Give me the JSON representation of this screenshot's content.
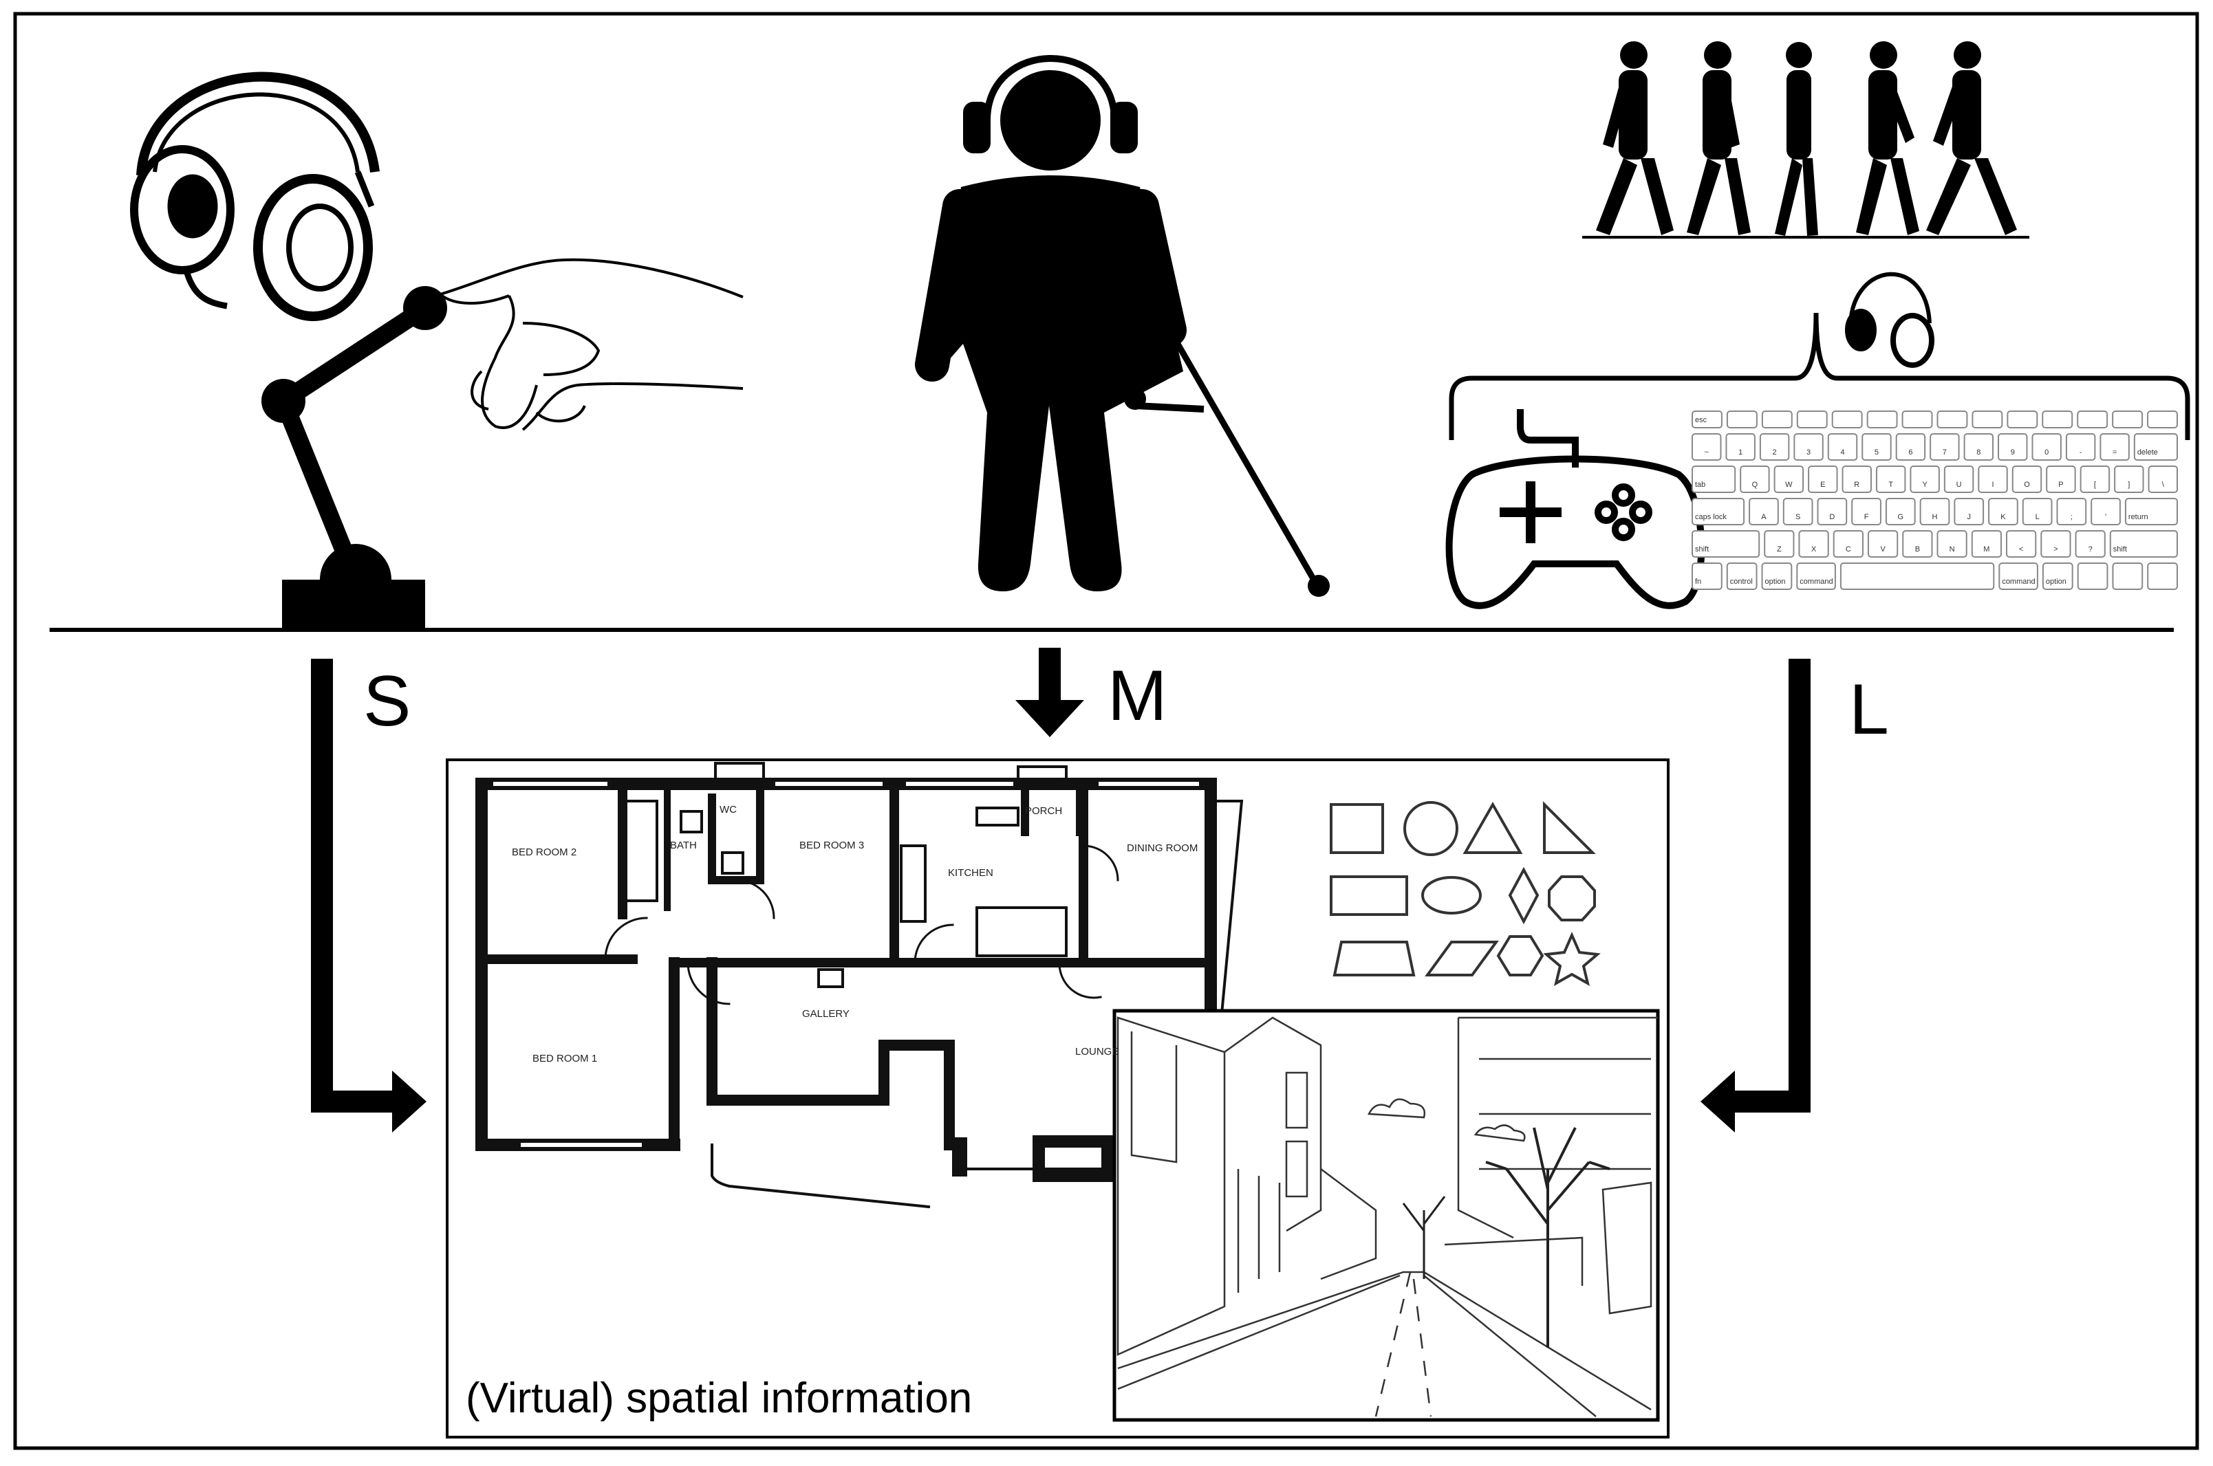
{
  "labels": {
    "small_scale": "S",
    "medium_scale": "M",
    "large_scale": "L",
    "caption": "(Virtual) spatial information"
  },
  "floor_plan": {
    "rooms": [
      "BED ROOM 2",
      "BATH",
      "WC",
      "BED ROOM 3",
      "PORCH",
      "KITCHEN",
      "DINING ROOM",
      "GALLERY",
      "BED ROOM 1",
      "LOUNGE"
    ]
  },
  "keyboard": {
    "row0": [
      "esc",
      "",
      "",
      "",
      "",
      "",
      "",
      "",
      "",
      "",
      "",
      "",
      "",
      ""
    ],
    "row1": [
      "~",
      "1",
      "2",
      "3",
      "4",
      "5",
      "6",
      "7",
      "8",
      "9",
      "0",
      "-",
      "=",
      "delete"
    ],
    "row2": [
      "tab",
      "Q",
      "W",
      "E",
      "R",
      "T",
      "Y",
      "U",
      "I",
      "O",
      "P",
      "[",
      "]",
      "\\"
    ],
    "row3": [
      "caps lock",
      "A",
      "S",
      "D",
      "F",
      "G",
      "H",
      "J",
      "K",
      "L",
      ";",
      "'",
      "return"
    ],
    "row4": [
      "shift",
      "Z",
      "X",
      "C",
      "V",
      "B",
      "N",
      "M",
      "<",
      ">",
      "?",
      "shift"
    ],
    "row5": [
      "fn",
      "control",
      "option",
      "command",
      "",
      "command",
      "option",
      "",
      "",
      ""
    ]
  },
  "colors": {
    "ink": "#000000",
    "plan_wall": "#111111",
    "paper": "#ffffff"
  },
  "icons": [
    "headphones-icon",
    "haptic-device-icon",
    "hand-icon",
    "blind-person-icon",
    "walking-figures-icon",
    "gamepad-icon",
    "keyboard-icon",
    "shapes-icon",
    "street-scene-icon"
  ]
}
